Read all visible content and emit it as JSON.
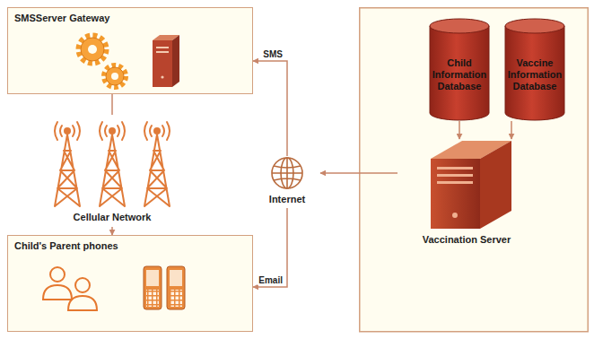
{
  "diagram": {
    "nodes": [
      {
        "text": [
          "SMSServer Gateway"
        ]
      },
      {
        "text": [
          "Cellular Network"
        ]
      },
      {
        "text": [
          "Child's Parent phones"
        ]
      },
      {
        "text": [
          "Internet"
        ]
      },
      {
        "text": [
          "Child Information Database"
        ]
      },
      {
        "text": [
          "Vaccine Information Database"
        ]
      },
      {
        "text": [
          "Vaccination Server"
        ]
      }
    ],
    "edges": [
      {
        "from": 3,
        "to": 0,
        "label": "SMS",
        "arrow": "to"
      },
      {
        "from": 0,
        "to": 1,
        "arrow": "none"
      },
      {
        "from": 1,
        "to": 2,
        "arrow": "to"
      },
      {
        "from": 3,
        "to": 2,
        "label": "Email",
        "arrow": "to"
      },
      {
        "from": 6,
        "to": 3,
        "arrow": "to"
      },
      {
        "from": 4,
        "to": 6,
        "arrow": "to"
      },
      {
        "from": 5,
        "to": 6,
        "arrow": "to"
      }
    ]
  }
}
